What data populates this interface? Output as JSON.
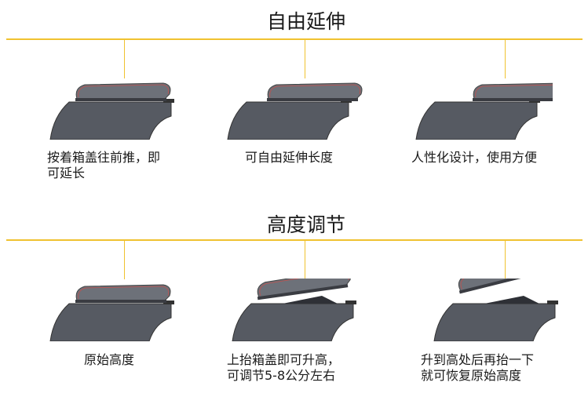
{
  "colors": {
    "accent": "#f0c230",
    "lid": "#6d7179",
    "base": "#565a62",
    "stitch": "#c0504d"
  },
  "sections": [
    {
      "title": "自由延伸",
      "items": [
        {
          "caption_lines": [
            "按着箱盖往前推，即",
            "可延长"
          ],
          "variant": "flat"
        },
        {
          "caption_lines": [
            "可自由延伸长度"
          ],
          "variant": "extended"
        },
        {
          "caption_lines": [
            "人性化设计，使用方便"
          ],
          "variant": "extended-far"
        }
      ]
    },
    {
      "title": "高度调节",
      "items": [
        {
          "caption_lines": [
            "原始高度"
          ],
          "variant": "flat"
        },
        {
          "caption_lines": [
            "上抬箱盖即可升高，",
            "可调节5-8公分左右"
          ],
          "variant": "raised"
        },
        {
          "caption_lines": [
            "升到高处后再抬一下",
            "就可恢复原始高度"
          ],
          "variant": "raised-high"
        }
      ]
    }
  ]
}
